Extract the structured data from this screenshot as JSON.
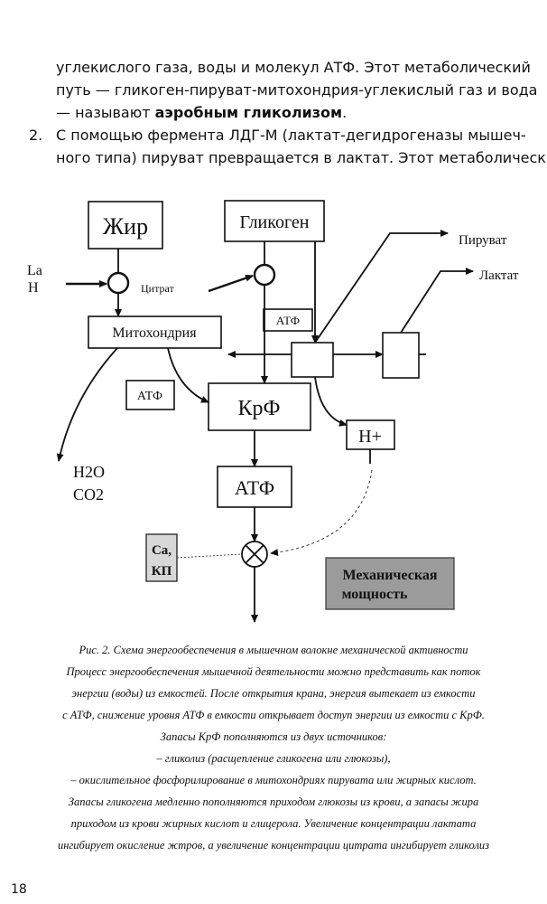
{
  "body_text": {
    "line1": "углекислого газа, воды и молекул АТФ. Этот метаболический",
    "line2": "путь — гликоген-пируват-митохондрия-углекислый газ и вода",
    "line3_pre": "— называют ",
    "line3_bold": "аэробным гликолизом",
    "line3_post": ".",
    "item2_num": "2.",
    "line4": "С помощью фермента ЛДГ-М (лактат-дегидрогеназы мышеч-",
    "line5": "ного типа) пируват превращается в лактат. Этот метаболический"
  },
  "figure": {
    "fat": "Жир",
    "glycogen": "Гликоген",
    "pyruvate": "Пируват",
    "lactate": "Лактат",
    "la": "La",
    "h": "H",
    "citrate": "Цитрат",
    "atp_small_1": "АТФ",
    "mitochondria": "Митохондрия",
    "atp_small_2": "АТФ",
    "krf": "КрФ",
    "h_plus": "H+",
    "h2o": "H2O",
    "co2": "CO2",
    "atp_big": "АТФ",
    "ca": "Ca,",
    "kp": "КП",
    "mech_1": "Механическая",
    "mech_2": "мощность"
  },
  "caption": {
    "l1": "Рис. 2. Схема энергообеспечения в мышечном волокне механической активности",
    "l2": "Процесс энергообеспечения мышечной деятельности можно представить как поток",
    "l3": "энергии (воды) из емкостей. После открытия крана, энергия вытекает из емкости",
    "l4": "с АТФ, снижение уровня АТФ в емкости открывает доступ энергии из емкости с КрФ.",
    "l5": "Запасы КрФ пополняются из двух источников:",
    "l6": "– гликолиз (расщепление гликогена или глюкозы),",
    "l7": "– окислительное фосфорилирование в митохондриях пирувата или жирных кислот.",
    "l8": "Запасы гликогена медленно пополняются приходом глюкозы из крови, а запасы жира",
    "l9": "приходом из крови жирных кислот и глицерола. Увеличение концентрации лактата",
    "l10": "ингибирует окисление жтров, а увеличение концентрации цитрата ингибирует гликолиз"
  },
  "page_number": "18"
}
